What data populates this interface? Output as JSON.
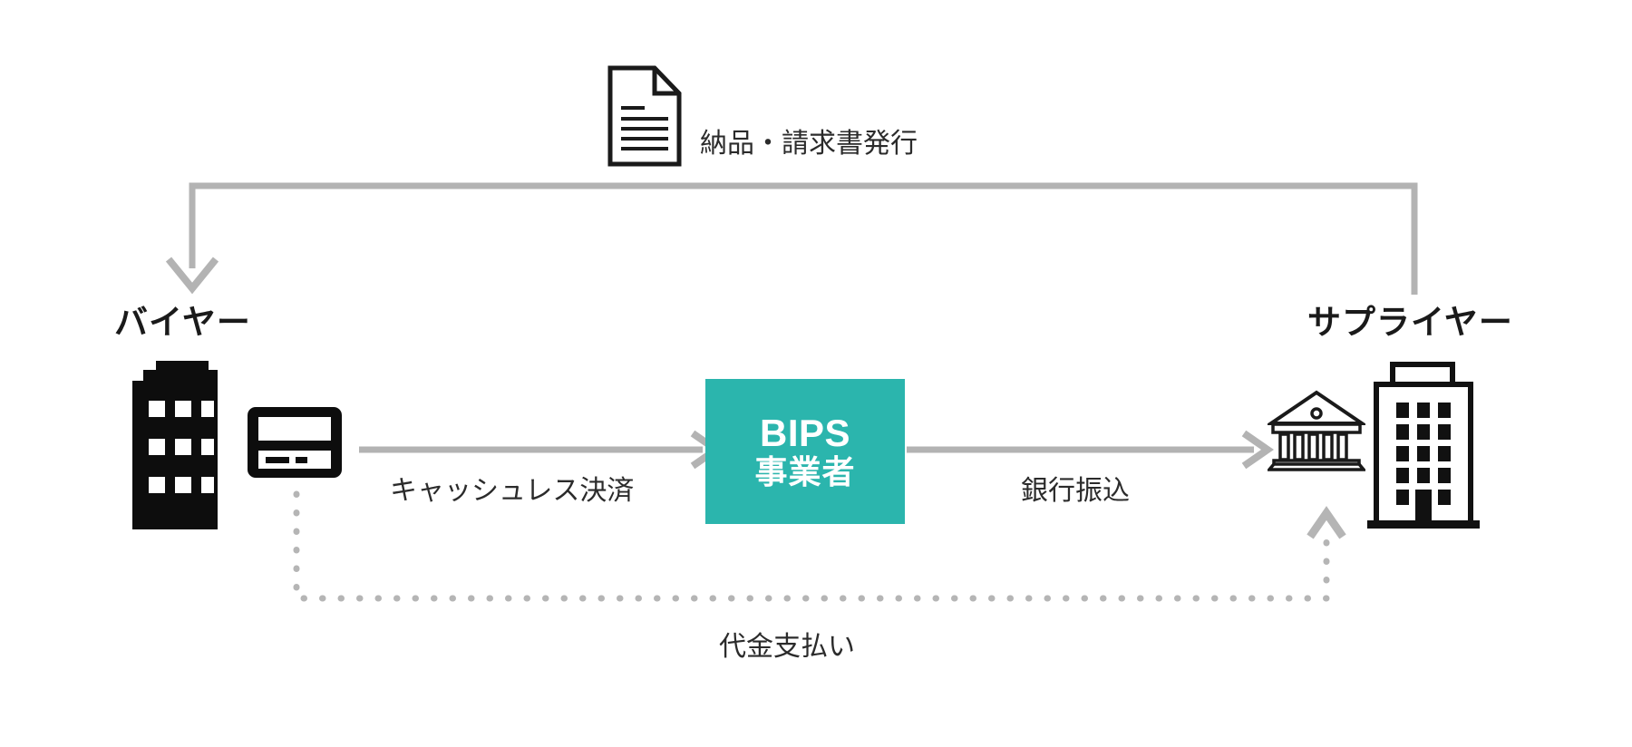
{
  "diagram": {
    "title": "BIPS payment flow",
    "background_color": "#ffffff",
    "accent_color": "#2bb5ad",
    "arrow_color": "#b0b0b0",
    "icon_color": "#111111"
  },
  "parties": {
    "buyer": {
      "label": "バイヤー",
      "icons": [
        "office-building-icon",
        "credit-card-icon"
      ]
    },
    "supplier": {
      "label": "サプライヤー",
      "icons": [
        "bank-icon",
        "office-building-outline-icon"
      ]
    },
    "provider": {
      "name_en": "BIPS",
      "name_jp": "事業者",
      "box_color": "#2bb5ad",
      "text_color": "#ffffff"
    }
  },
  "flows": [
    {
      "id": "delivery-invoice",
      "label": "納品・請求書発行",
      "icon": "document-icon",
      "style": "solid",
      "direction": "supplier-to-buyer"
    },
    {
      "id": "cashless-payment",
      "label": "キャッシュレス決済",
      "style": "solid",
      "direction": "buyer-to-provider"
    },
    {
      "id": "bank-transfer",
      "label": "銀行振込",
      "style": "solid",
      "direction": "provider-to-supplier"
    },
    {
      "id": "payment-settlement",
      "label": "代金支払い",
      "style": "dotted",
      "direction": "buyer-to-supplier"
    }
  ]
}
